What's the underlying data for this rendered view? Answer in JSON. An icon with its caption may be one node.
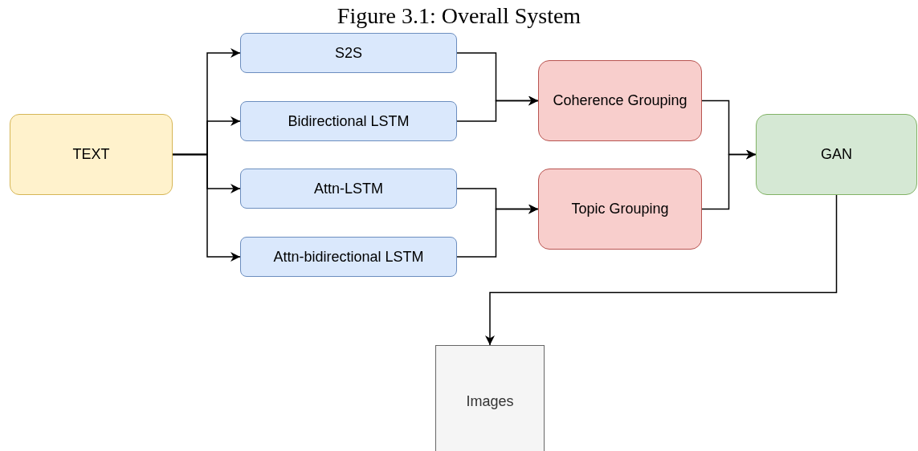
{
  "diagram": {
    "title": "Figure 3.1: Overall System",
    "nodes": [
      {
        "text": [
          "TEXT"
        ]
      },
      {
        "text": [
          "S2S"
        ]
      },
      {
        "text": [
          "Bidirectional LSTM"
        ]
      },
      {
        "text": [
          "Attn-LSTM"
        ]
      },
      {
        "text": [
          "Attn-bidirectional LSTM"
        ]
      },
      {
        "text": [
          "Coherence Grouping"
        ]
      },
      {
        "text": [
          "Topic Grouping"
        ]
      },
      {
        "text": [
          "GAN"
        ]
      },
      {
        "text": [
          "Images"
        ]
      }
    ],
    "edges": [
      {
        "from": 0,
        "to": 1,
        "arrow": "to"
      },
      {
        "from": 0,
        "to": 2,
        "arrow": "to"
      },
      {
        "from": 0,
        "to": 3,
        "arrow": "to"
      },
      {
        "from": 0,
        "to": 4,
        "arrow": "to"
      },
      {
        "from": 1,
        "to": 5,
        "arrow": "to"
      },
      {
        "from": 2,
        "to": 5,
        "arrow": "to"
      },
      {
        "from": 3,
        "to": 6,
        "arrow": "to"
      },
      {
        "from": 4,
        "to": 6,
        "arrow": "to"
      },
      {
        "from": 5,
        "to": 7,
        "arrow": "to"
      },
      {
        "from": 6,
        "to": 7,
        "arrow": "to"
      },
      {
        "from": 7,
        "to": 8,
        "arrow": "to"
      }
    ]
  }
}
